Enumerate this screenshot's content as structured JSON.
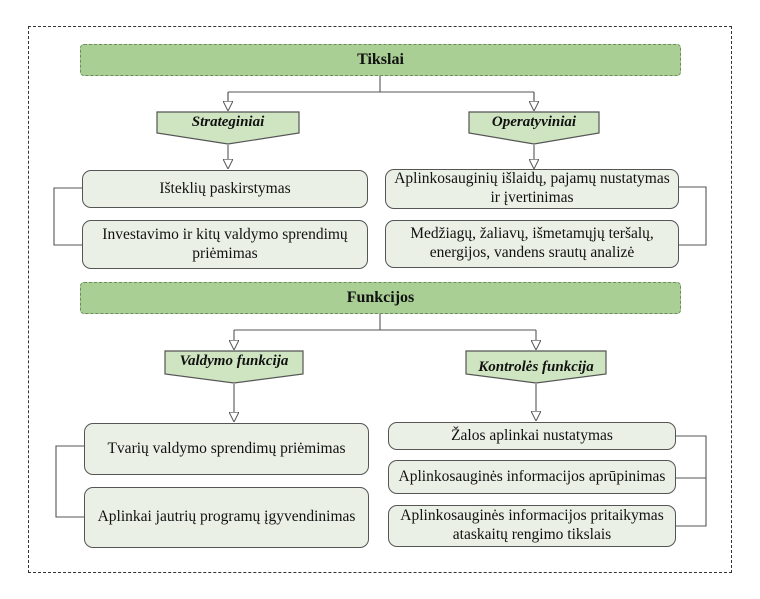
{
  "sections": [
    {
      "title": "Tikslai",
      "branches": [
        {
          "label": "Strateginiai",
          "items": [
            "Išteklių paskirstymas",
            "Investavimo ir kitų valdymo sprendimų priėmimas"
          ]
        },
        {
          "label": "Operatyviniai",
          "items": [
            "Aplinkosauginių išlaidų, pajamų nustatymas ir įvertinimas",
            "Medžiagų, žaliavų, išmetamųjų teršalų, energijos, vandens srautų analizė"
          ]
        }
      ]
    },
    {
      "title": "Funkcijos",
      "branches": [
        {
          "label": "Valdymo funkcija",
          "items": [
            "Tvarių valdymo sprendimų priėmimas",
            "Aplinkai jautrių programų įgyvendinimas"
          ]
        },
        {
          "label": "Kontrolės funkcija",
          "items": [
            "Žalos aplinkai nustatymas",
            "Aplinkosauginės informacijos aprūpinimas",
            "Aplinkosauginės informacijos pritaikymas ataskaitų rengimo tikslais"
          ]
        }
      ]
    }
  ]
}
